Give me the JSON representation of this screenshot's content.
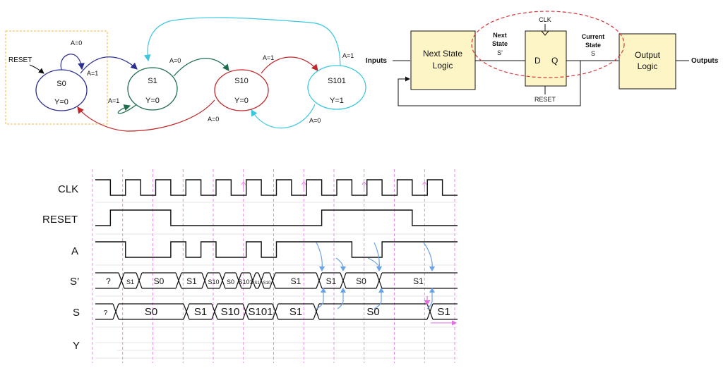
{
  "fsm": {
    "reset_label": "RESET",
    "states": [
      {
        "id": "S0",
        "name": "S0",
        "output": "Y=0",
        "color": "#2b2f8f"
      },
      {
        "id": "S1",
        "name": "S1",
        "output": "Y=0",
        "color": "#1e6e4e"
      },
      {
        "id": "S10",
        "name": "S10",
        "output": "Y=0",
        "color": "#c0282a"
      },
      {
        "id": "S101",
        "name": "S101",
        "output": "Y=1",
        "color": "#3cc6e0"
      }
    ],
    "transitions": [
      {
        "from": "S0",
        "to": "S0",
        "label": "A=0"
      },
      {
        "from": "S0",
        "to": "S1",
        "label": "A=1"
      },
      {
        "from": "S1",
        "to": "S1",
        "label": "A=1"
      },
      {
        "from": "S1",
        "to": "S10",
        "label": "A=0"
      },
      {
        "from": "S10",
        "to": "S101",
        "label": "A=1"
      },
      {
        "from": "S10",
        "to": "S0",
        "label": "A=0"
      },
      {
        "from": "S101",
        "to": "S1",
        "label": "A=1"
      },
      {
        "from": "S101",
        "to": "S10",
        "label": "A=0"
      }
    ]
  },
  "block": {
    "inputs": "Inputs",
    "next_state_logic": [
      "Next State",
      "Logic"
    ],
    "next_state": [
      "Next",
      "State",
      "S'"
    ],
    "clk": "CLK",
    "d": "D",
    "q": "Q",
    "reset": "RESET",
    "current_state": [
      "Current",
      "State",
      "S"
    ],
    "output_logic": [
      "Output",
      "Logic"
    ],
    "outputs": "Outputs"
  },
  "timing": {
    "signals": [
      "CLK",
      "RESET",
      "A",
      "S’",
      "S",
      "Y"
    ],
    "clk_periods": 12,
    "reset_levels": [
      0,
      1,
      1,
      1,
      1,
      0,
      0,
      0,
      0,
      0,
      0,
      0,
      0,
      0,
      0,
      1,
      1,
      1,
      1,
      1,
      1,
      0,
      0,
      0
    ],
    "a_levels": [
      1,
      1,
      0,
      0,
      0,
      1,
      0,
      1,
      0,
      0,
      1,
      0,
      1,
      1,
      1,
      1,
      1,
      0,
      0,
      1,
      1,
      1,
      1,
      1,
      1
    ],
    "s_prime_bus": [
      {
        "label": "?"
      },
      {
        "label": "S1"
      },
      {
        "label": "S0"
      },
      {
        "label": "S1"
      },
      {
        "label": "S10"
      },
      {
        "label": "S0"
      },
      {
        "label": "S101"
      },
      {
        "label": "S1"
      },
      {
        "label": "S10"
      },
      {
        "label": "S1"
      },
      {
        "label": "S1"
      },
      {
        "label": "S0"
      },
      {
        "label": "S1"
      }
    ],
    "s_bus": [
      {
        "label": "?"
      },
      {
        "label": "S0"
      },
      {
        "label": "S1"
      },
      {
        "label": "S10"
      },
      {
        "label": "S101"
      },
      {
        "label": "S1"
      },
      {
        "label": "S0"
      },
      {
        "label": "S1"
      }
    ]
  },
  "colors": {
    "highlight_box": "#f5b940",
    "logic_fill": "#fdf5c6",
    "dashed_ellipse": "#d8343a",
    "grid_dashed": "#e070e0",
    "cause_arrow": "#6ba3e8"
  }
}
